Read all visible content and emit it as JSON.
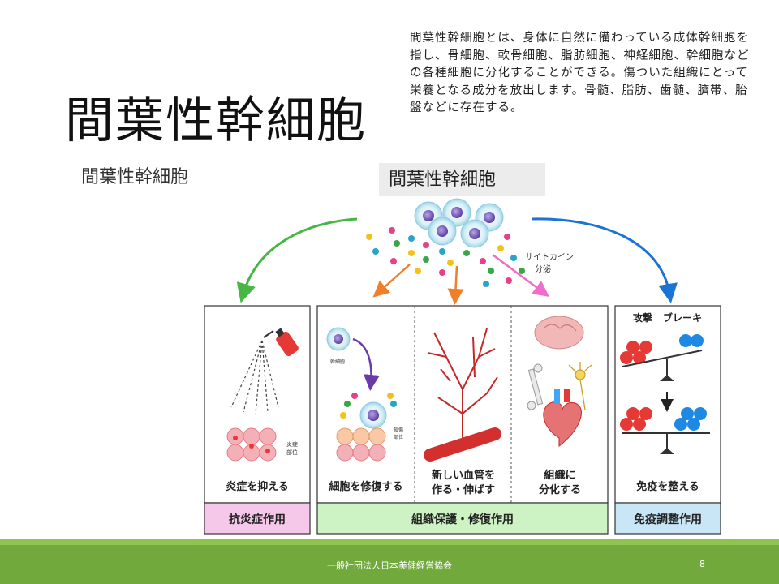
{
  "slide": {
    "title": "間葉性幹細胞",
    "description": "間葉性幹細胞とは、身体に自然に備わっている成体幹細胞を指し、骨細胞、軟骨細胞、脂肪細胞、神経細胞、幹細胞などの各種細胞に分化することができる。傷ついた組織にとって栄養となる成分を放出します。骨髄、脂肪、歯髄、臍帯、胎盤などに存在する。",
    "subtitle": "間葉性幹細胞",
    "diagram_label": "間葉性幹細胞"
  },
  "diagram": {
    "cytokine_label_1": "サイトカイン",
    "cytokine_label_2": "分泌",
    "stem_cell_label": "幹細胞",
    "inflammation_label_1": "炎症",
    "inflammation_label_2": "部位",
    "damage_label_1": "損傷",
    "damage_label_2": "部位",
    "attack_label": "攻撃",
    "brake_label": "ブレーキ",
    "panels": [
      {
        "caption": "炎症を抑える",
        "caption2": ""
      },
      {
        "caption": "細胞を修復する",
        "caption2": ""
      },
      {
        "caption": "新しい血管を",
        "caption2": "作る・伸ばす"
      },
      {
        "caption": "組織に",
        "caption2": "分化する"
      },
      {
        "caption": "免疫を整える",
        "caption2": ""
      }
    ],
    "categories": [
      {
        "label": "抗炎症作用",
        "color": "#f5c8ea"
      },
      {
        "label": "組織保護・修復作用",
        "color": "#cdf2c3"
      },
      {
        "label": "免疫調整作用",
        "color": "#c9e6f7"
      }
    ],
    "arrow_colors": {
      "green": "#47b744",
      "orange": "#f07f2a",
      "pink": "#ee6fc9",
      "blue": "#1a74d6",
      "purple": "#6a3aa8"
    }
  },
  "footer": {
    "organization": "一般社団法人日本美健経営協会",
    "page_number": "8"
  }
}
